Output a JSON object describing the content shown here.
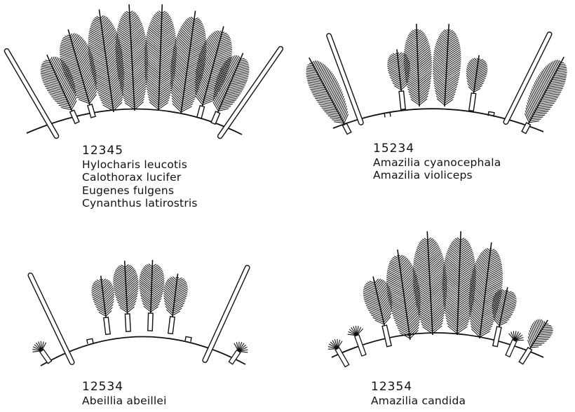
{
  "panels": [
    {
      "id": "p1",
      "code": "12345",
      "species": [
        "Hylocharis leucotis",
        "Calothorax lucifer",
        "Eugenes fulgens",
        "Cynanthus latirostris"
      ]
    },
    {
      "id": "p2",
      "code": "15234",
      "species": [
        "Amazilia cyanocephala",
        "Amazilia violiceps"
      ]
    },
    {
      "id": "p3",
      "code": "12534",
      "species": [
        "Abeillia abeillei"
      ]
    },
    {
      "id": "p4",
      "code": "12354",
      "species": [
        "Amazilia candida"
      ]
    }
  ]
}
